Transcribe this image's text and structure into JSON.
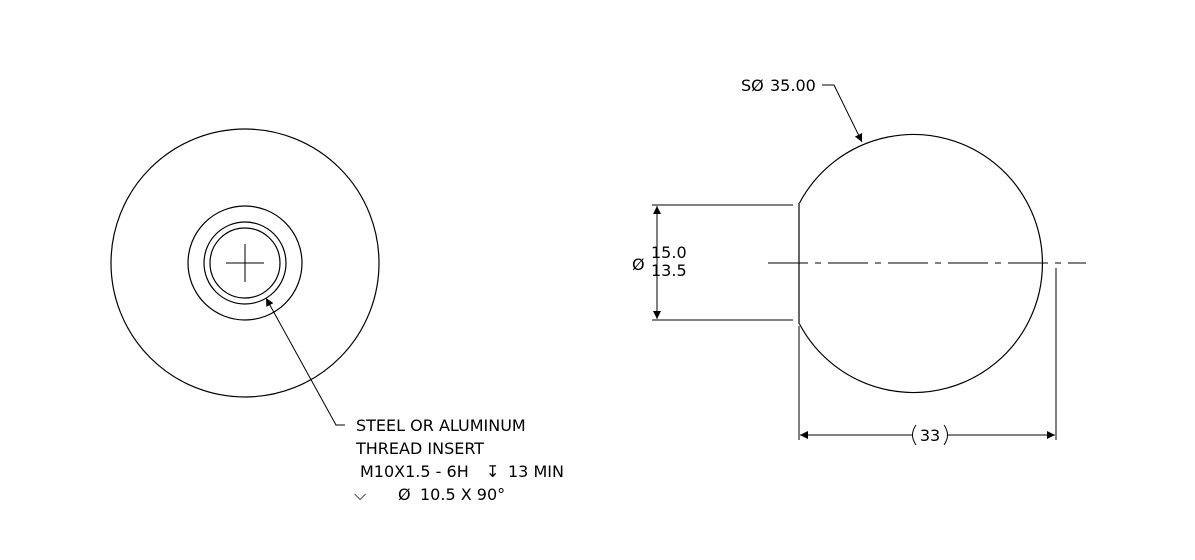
{
  "drawing": {
    "front_view": {
      "callout_lines": [
        "STEEL OR ALUMINUM",
        "THREAD INSERT",
        "M10X1.5 - 6H",
        "13 MIN",
        "10.5 X 90°"
      ],
      "depth_symbol": "↧",
      "countersink_symbol": "⌵",
      "diameter_symbol": "Ø"
    },
    "side_view": {
      "sphere_dim_prefix": "SØ",
      "sphere_dim_value": "35.00",
      "neck_dia_symbol": "Ø",
      "neck_dia_upper": "15.0",
      "neck_dia_lower": "13.5",
      "length_dim": "33"
    }
  }
}
